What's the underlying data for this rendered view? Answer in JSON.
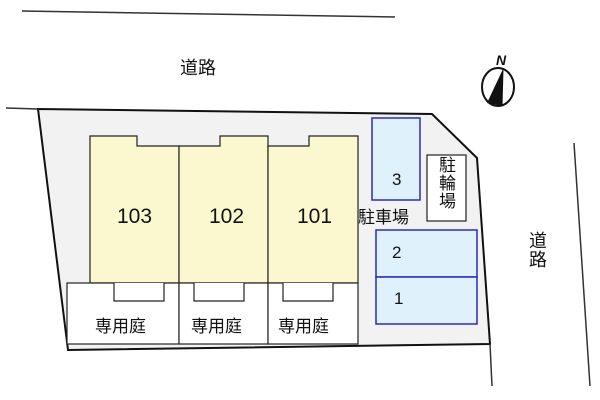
{
  "roads": {
    "north": "道路",
    "east": "道路"
  },
  "compass": {
    "label": "N"
  },
  "units": [
    {
      "number": "103",
      "garden": "専用庭"
    },
    {
      "number": "102",
      "garden": "専用庭"
    },
    {
      "number": "101",
      "garden": "専用庭"
    }
  ],
  "parking": {
    "label": "駐車場",
    "spaces": [
      "3",
      "2",
      "1"
    ]
  },
  "bicycle_parking": {
    "label": "駐輪場"
  },
  "colors": {
    "lot_fill": "#f2f2f2",
    "unit_fill": "#fbf8d0",
    "parking_fill": "#dff2fb",
    "parking_border": "#2b2bbf",
    "line": "#222222"
  }
}
